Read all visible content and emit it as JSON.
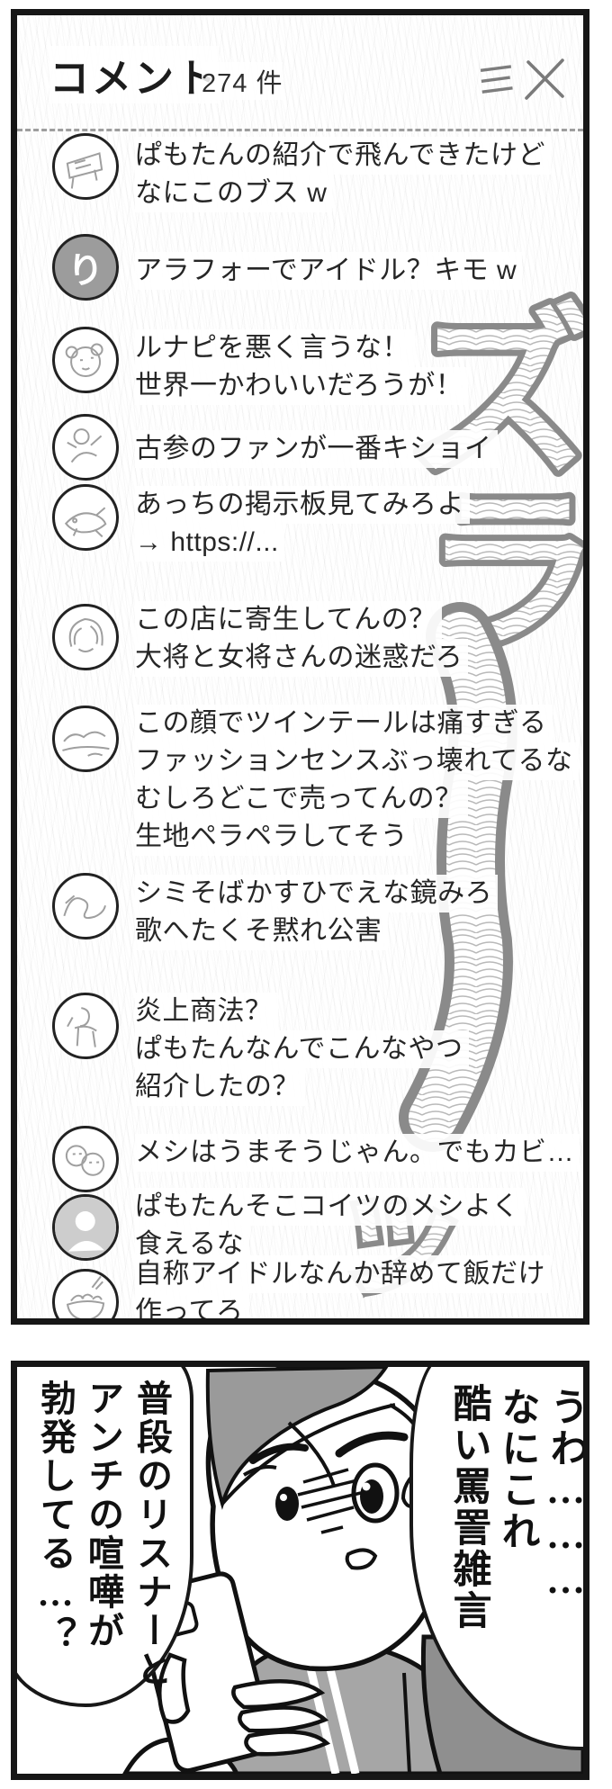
{
  "header": {
    "title": "コメント",
    "count": "274 件"
  },
  "icons": {
    "menu": "menu-icon",
    "close": "close-icon"
  },
  "comments": [
    {
      "avatar": "sign-doodle",
      "lines": [
        "ぱもたんの紹介で飛んできたけど",
        "なにこのブス w"
      ]
    },
    {
      "avatar": "letter-ri",
      "avatar_letter": "り",
      "lines": [
        "アラフォーでアイドル？キモ w"
      ]
    },
    {
      "avatar": "monkey-doodle",
      "lines": [
        "ルナピを悪く言うな！",
        "世界一かわいいだろうが！"
      ]
    },
    {
      "avatar": "person-doodle",
      "lines": [
        "古参のファンが一番キショイ"
      ]
    },
    {
      "avatar": "fish-doodle",
      "lines": [
        "あっちの掲示板見てみろよ",
        "→ https://..."
      ]
    },
    {
      "avatar": "woman-doodle",
      "lines": [
        "この店に寄生してんの？",
        "大将と女将さんの迷惑だろ"
      ]
    },
    {
      "avatar": "landscape-doodle",
      "lines": [
        "この顔でツインテールは痛すぎる",
        "ファッションセンスぶっ壊れてるな",
        "むしろどこで売ってんの？",
        "生地ペラペラしてそう"
      ]
    },
    {
      "avatar": "squiggle-doodle",
      "lines": [
        "シミそばかすひでえな鏡みろ",
        "歌へたくそ黙れ公害"
      ]
    },
    {
      "avatar": "figure-doodle",
      "lines": [
        "炎上商法？",
        "ぱもたんなんでこんなやつ",
        "紹介したの？"
      ]
    },
    {
      "avatar": "faces-doodle",
      "lines": [
        "メシはうまそうじゃん。でもカビ…"
      ]
    },
    {
      "avatar": "default-user",
      "lines": [
        "ぱもたんそこコイツのメシよく",
        "食えるな"
      ]
    },
    {
      "avatar": "noodle-bowl",
      "lines": [
        "自称アイドルなんか辞めて飯だけ",
        "作ってろ"
      ]
    }
  ],
  "sfx": {
    "text": "ズラーッ",
    "chars": [
      "ズ",
      "ラ",
      "ー",
      "ッ"
    ]
  },
  "panel2": {
    "bubble_right": {
      "lines": [
        "うわ………",
        "なにこれ",
        "酷い罵詈雑言"
      ]
    },
    "bubble_left": {
      "lines": [
        "普段のリスナーと",
        "アンチの喧嘩が",
        "勃発してる…？"
      ]
    }
  },
  "colors": {
    "ink": "#161616",
    "text": "#262626",
    "avatar_gray": "#9c9c9c",
    "sfx_stroke": "#8a8a8a",
    "beanie": "#9a9a9a",
    "clothes": "#a6a6a6",
    "arm": "#8f8f8f",
    "divider": "#8e8e8e",
    "icon": "#7d7d7d"
  }
}
